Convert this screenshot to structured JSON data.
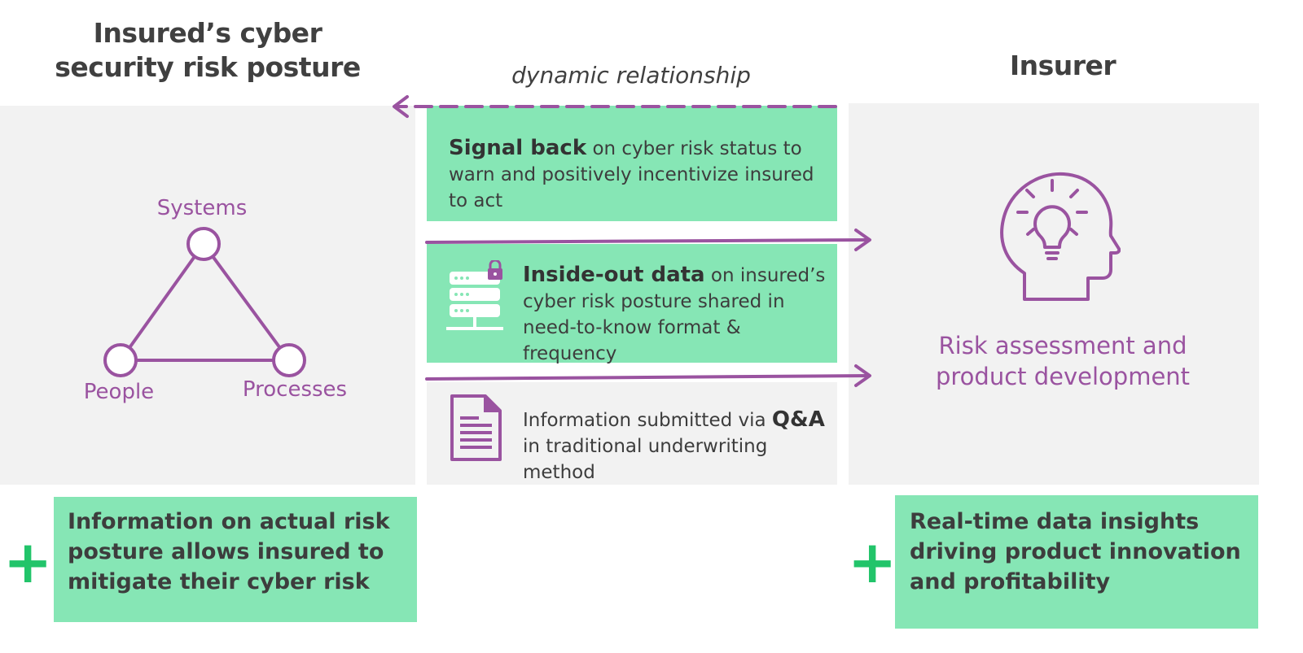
{
  "left_title": "Insured’s cyber security risk posture",
  "right_title": "Insurer",
  "relationship_label": "dynamic relationship",
  "triangle": {
    "top": "Systems",
    "left": "People",
    "right": "Processes"
  },
  "signal_back": {
    "bold": "Signal back",
    "text": " on cyber risk status to warn and positively incentivize insured to act"
  },
  "inside_out": {
    "bold": "Inside-out data",
    "text": " on insured’s cyber risk posture shared in need-to-know format & frequency"
  },
  "qa": {
    "pre": "Information submitted via ",
    "bold": "Q&A",
    "post": " in traditional underwriting method"
  },
  "insurer_caption": "Risk assessment and product development",
  "left_benefit": "Information on actual risk posture allows insured to mitigate their cyber risk",
  "right_benefit": "Real-time data insights driving product innovation and profitability",
  "plus_symbol": "+",
  "colors": {
    "purple": "#9a53a0",
    "green_box": "#86e6b5",
    "panel": "#f2f2f2",
    "plus": "#22c46a"
  },
  "icons": [
    "server-lock-icon",
    "document-icon",
    "lightbulb-head-icon"
  ]
}
